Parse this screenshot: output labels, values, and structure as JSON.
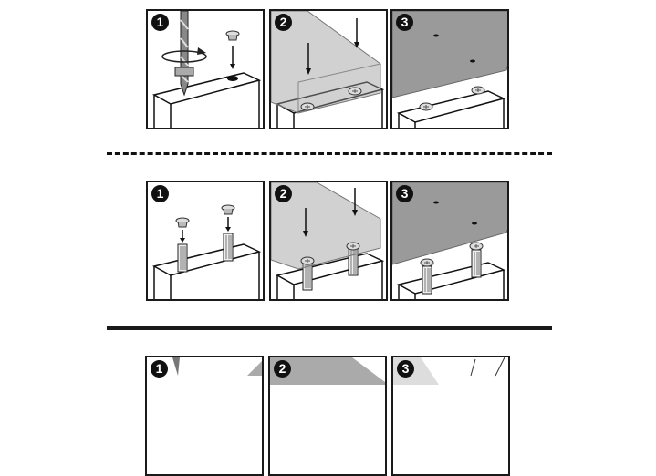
{
  "rows": [
    {
      "steps": [
        {
          "num": "1"
        },
        {
          "num": "2"
        },
        {
          "num": "3"
        }
      ]
    },
    {
      "steps": [
        {
          "num": "1"
        },
        {
          "num": "2"
        },
        {
          "num": "3"
        }
      ]
    },
    {
      "steps": [
        {
          "num": "1"
        },
        {
          "num": "2"
        },
        {
          "num": "3"
        }
      ]
    }
  ],
  "colors": {
    "ink": "#111111",
    "shelf": "#9a9a9a",
    "glass": "#c8c8c8"
  }
}
